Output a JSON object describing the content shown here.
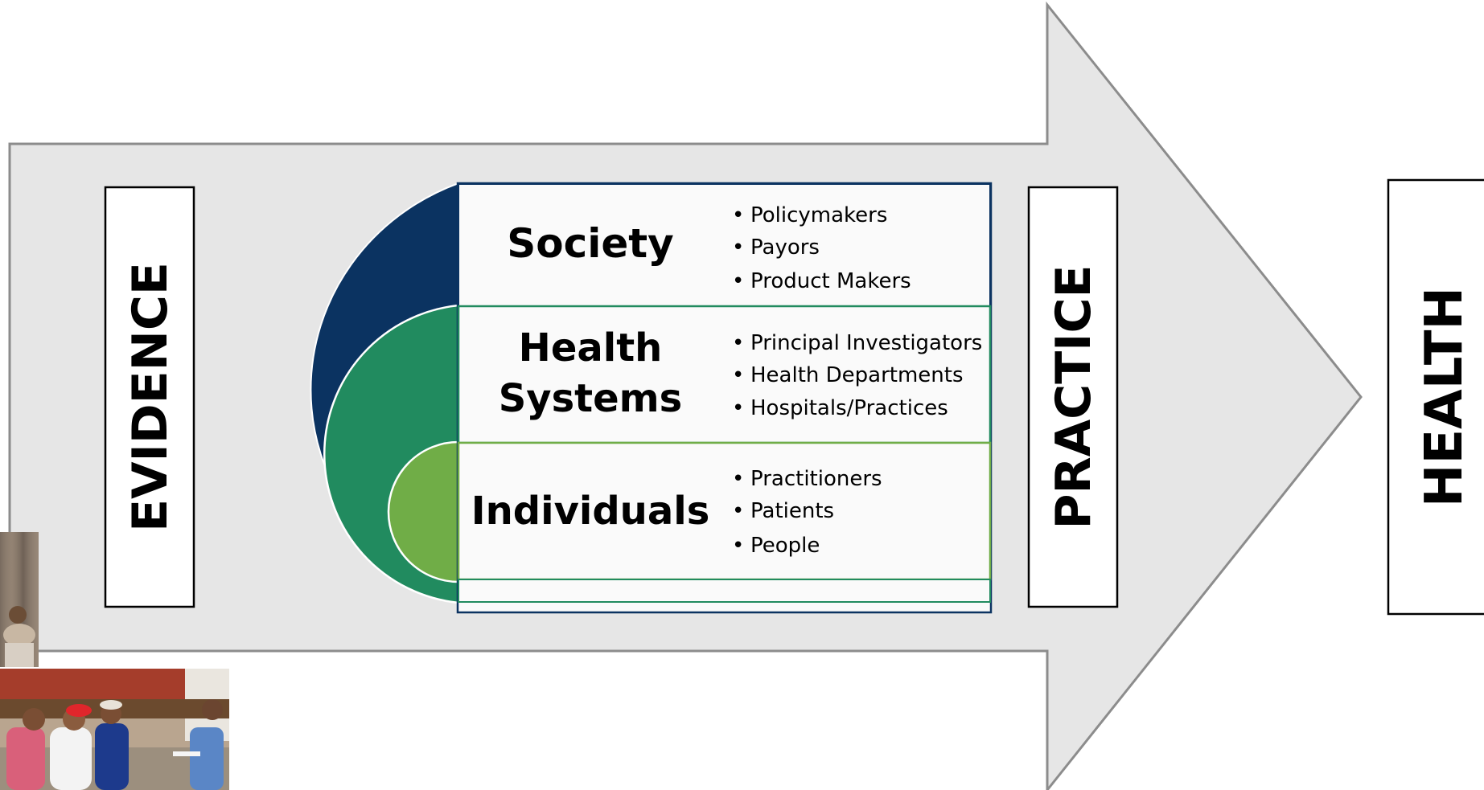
{
  "labels": {
    "evidence": "EVIDENCE",
    "practice": "PRACTICE",
    "health": "HEALTH"
  },
  "levels": [
    {
      "title_lines": [
        "Society"
      ],
      "items": [
        "Policymakers",
        "Payors",
        "Product Makers"
      ]
    },
    {
      "title_lines": [
        "Health",
        "Systems"
      ],
      "items": [
        "Principal Investigators",
        "Health Departments",
        "Hospitals/Practices"
      ]
    },
    {
      "title_lines": [
        "Individuals"
      ],
      "items": [
        "Practitioners",
        "Patients",
        "People"
      ]
    }
  ],
  "bullet_char": "•",
  "colors": {
    "arrow_fill": "#e6e6e6",
    "arrow_stroke": "#8c8c8c",
    "society": "#0b3361",
    "health_systems": "#218b5f",
    "individuals": "#70ad47",
    "table_fill": "#fafafa"
  },
  "photos": [
    "community-meeting-photo",
    "seated-participant-photo"
  ]
}
